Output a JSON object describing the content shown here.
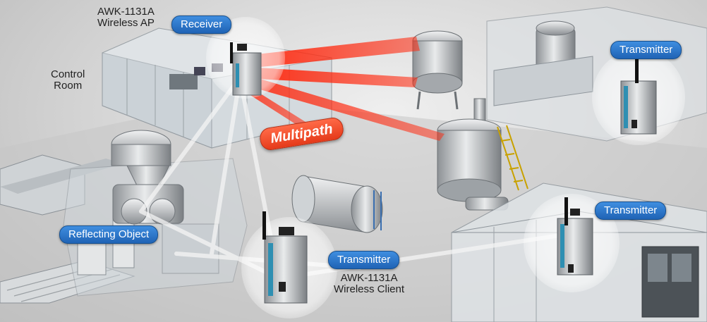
{
  "labels": {
    "ap_model": "AWK-1131A",
    "ap_type": "Wireless AP",
    "receiver": "Receiver",
    "control_room_line1": "Control",
    "control_room_line2": "Room",
    "multipath": "Multipath",
    "reflecting_object": "Reflecting Object",
    "transmitter": "Transmitter",
    "client_model": "AWK-1131A",
    "client_type": "Wireless Client"
  },
  "colors": {
    "label_blue": "#2a74c9",
    "signal_red": "#e8341c",
    "background": "#d4d4d4"
  }
}
